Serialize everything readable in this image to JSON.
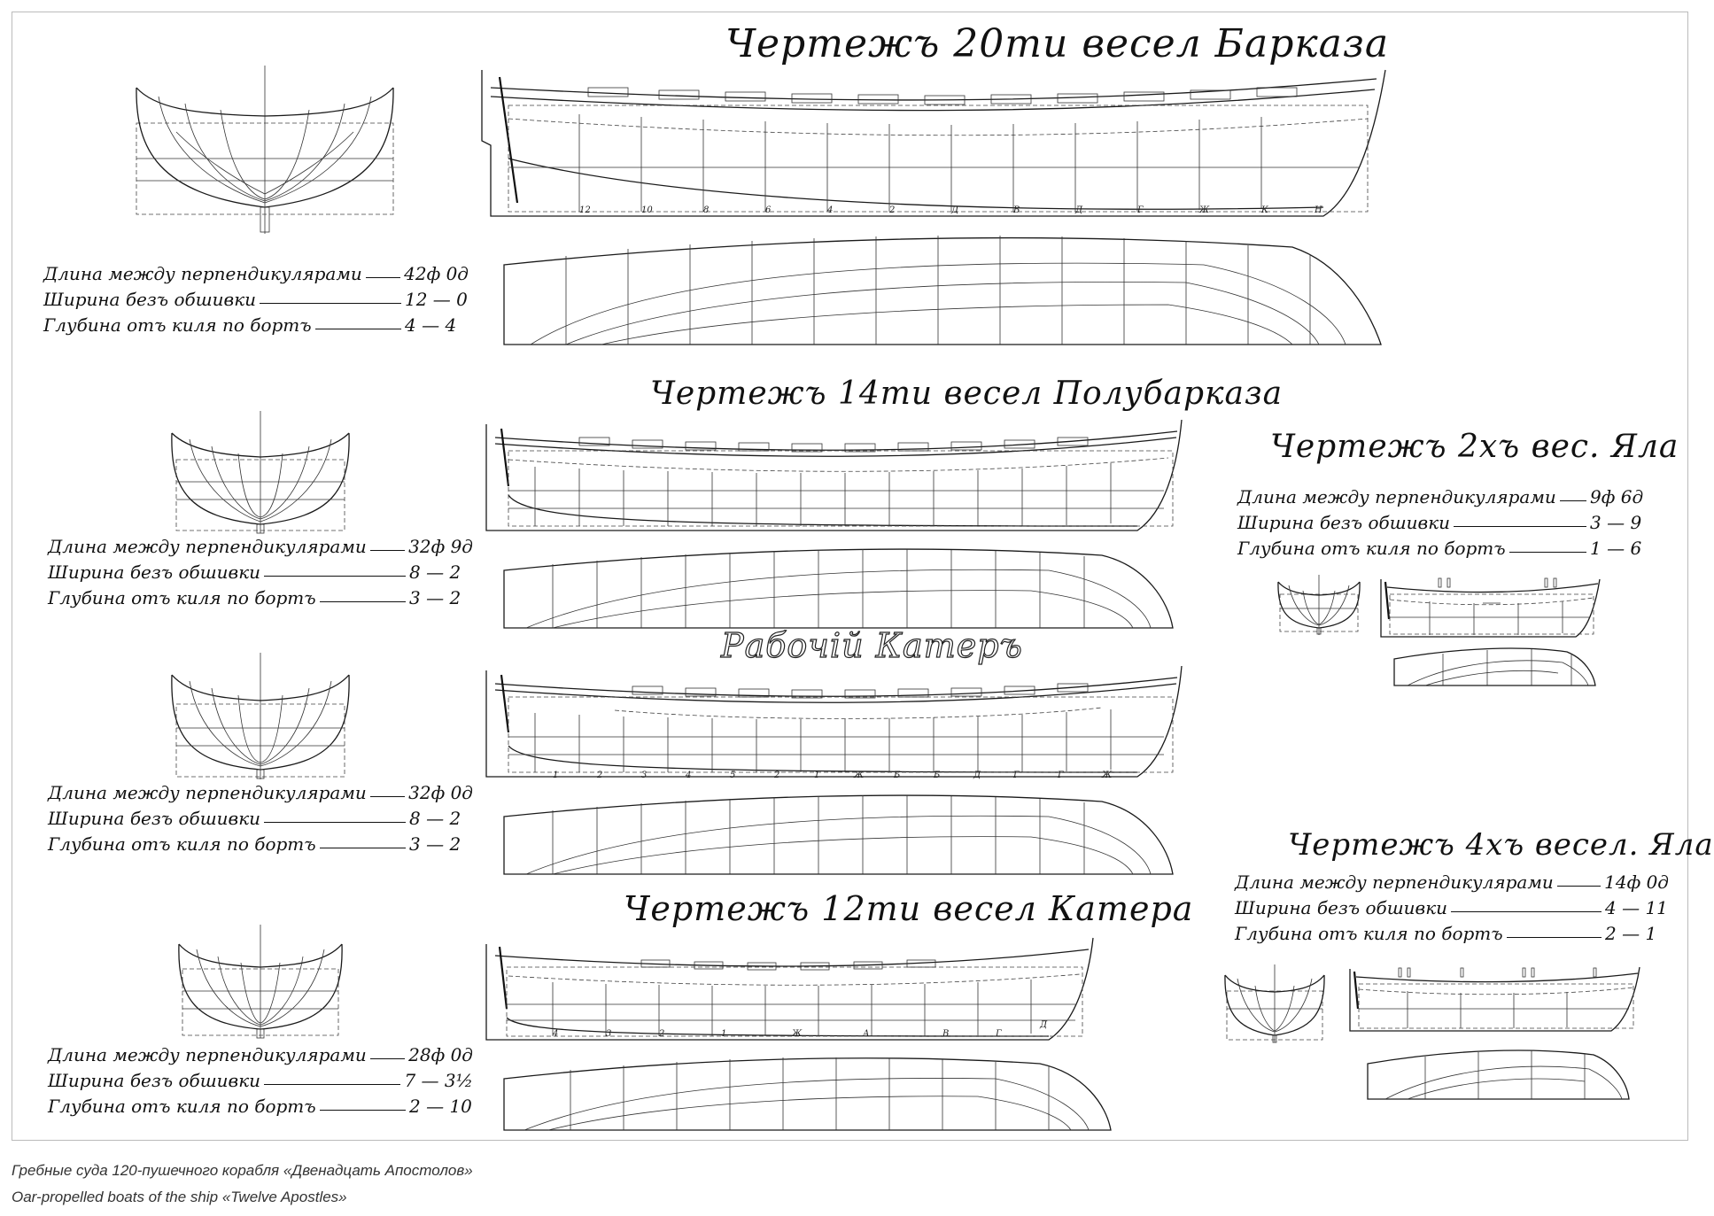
{
  "sheet": {
    "boats": [
      {
        "title": "Чертежъ 20ти весел Барказа",
        "specs": [
          {
            "label": "Длина между перпендикулярами",
            "value": "42ф 0д"
          },
          {
            "label": "Ширина безъ обшивки",
            "value": "12 — 0"
          },
          {
            "label": "Глубина отъ киля по бортъ",
            "value": "4 — 4"
          }
        ],
        "stations": [
          "12",
          "10",
          "8",
          "6",
          "4",
          "2",
          "Д",
          "В",
          "Д",
          "Г",
          "Ж",
          "К",
          "Н"
        ]
      },
      {
        "title": "Чертежъ 14ти весел Полубарказа",
        "specs": [
          {
            "label": "Длина между перпендикулярами",
            "value": "32ф 9д"
          },
          {
            "label": "Ширина безъ обшивки",
            "value": "8 — 2"
          },
          {
            "label": "Глубина отъ киля по бортъ",
            "value": "3 — 2"
          }
        ]
      },
      {
        "title": "Рабочiй Катеръ",
        "specs": [
          {
            "label": "Длина между перпендикулярами",
            "value": "32ф 0д"
          },
          {
            "label": "Ширина безъ обшивки",
            "value": "8 — 2"
          },
          {
            "label": "Глубина отъ киля по бортъ",
            "value": "3 — 2"
          }
        ],
        "stations": [
          "1",
          "2",
          "3",
          "4",
          "5",
          "2",
          "1",
          "Ж",
          "Б",
          "Б",
          "Д",
          "Г",
          "Г",
          "Ж"
        ]
      },
      {
        "title": "Чертежъ 12ти весел Катера",
        "specs": [
          {
            "label": "Длина между перпендикулярами",
            "value": "28ф 0д"
          },
          {
            "label": "Ширина безъ обшивки",
            "value": "7 — 3½"
          },
          {
            "label": "Глубина отъ киля по бортъ",
            "value": "2 — 10"
          }
        ],
        "stations": [
          "4",
          "3",
          "2",
          "1",
          "Ж",
          "А",
          "В",
          "Г",
          "Д"
        ]
      },
      {
        "title": "Чертежъ 2хъ вес. Яла",
        "specs": [
          {
            "label": "Длина между перпендикулярами",
            "value": "9ф 6д"
          },
          {
            "label": "Ширина безъ обшивки",
            "value": "3 — 9"
          },
          {
            "label": "Глубина отъ киля по бортъ",
            "value": "1 — 6"
          }
        ]
      },
      {
        "title": "Чертежъ 4хъ весел. Яла",
        "specs": [
          {
            "label": "Длина между перпендикулярами",
            "value": "14ф 0д"
          },
          {
            "label": "Ширина безъ обшивки",
            "value": "4 — 11"
          },
          {
            "label": "Глубина отъ киля по бортъ",
            "value": "2 — 1"
          }
        ]
      }
    ]
  },
  "caption": {
    "ru": "Гребные суда 120-пушечного корабля «Двенадцать Апостолов»",
    "en": "Oar-propelled boats of the ship «Twelve Apostles»"
  },
  "colors": {
    "ink": "#111111",
    "paper": "#ffffff",
    "frame": "#bbbbbb",
    "caption": "#333333"
  }
}
